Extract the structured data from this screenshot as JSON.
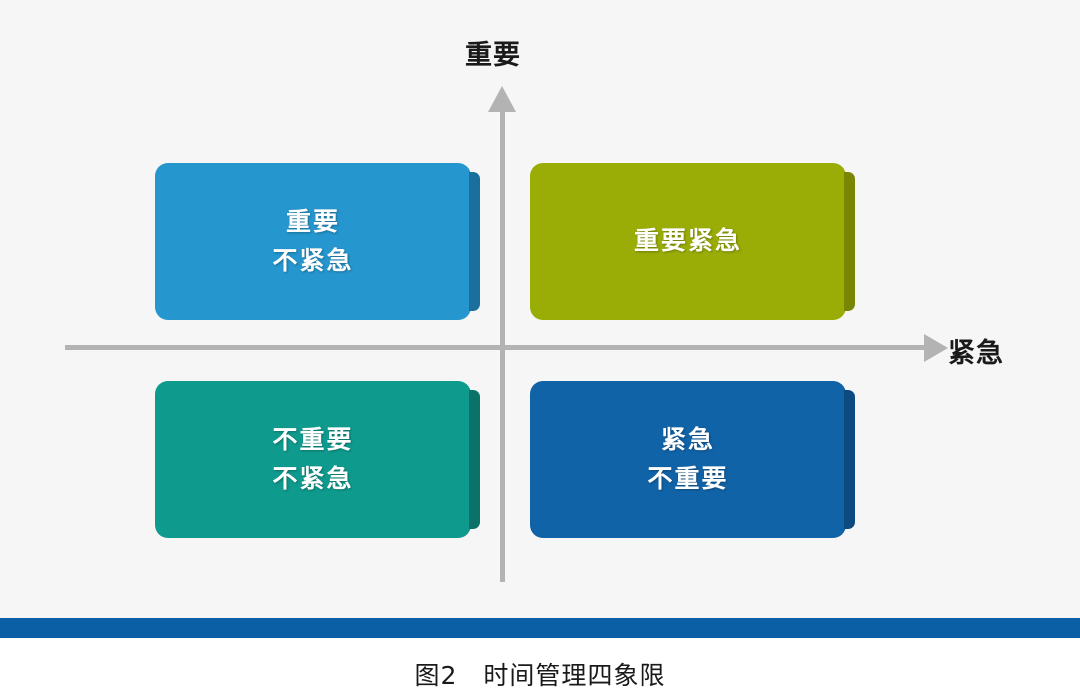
{
  "figure": {
    "background": "#f6f6f6",
    "caption": "图2　时间管理四象限",
    "rule_color": "#0a5fa5"
  },
  "axes": {
    "color": "#b3b3b3",
    "vertical_label": "重要",
    "horizontal_label": "紧急",
    "vertical_arrow_icon": "arrow-up-icon",
    "horizontal_arrow_icon": "arrow-right-icon"
  },
  "quadrants": [
    {
      "id": "important-not-urgent",
      "position": "top-left",
      "lines": [
        "重要",
        "不紧急"
      ],
      "color": "#2596ce",
      "edge_color": "#1a6f9c"
    },
    {
      "id": "important-urgent",
      "position": "top-right",
      "lines": [
        "重要紧急"
      ],
      "color": "#9aac06",
      "edge_color": "#788604"
    },
    {
      "id": "not-important-not-urgent",
      "position": "bottom-left",
      "lines": [
        "不重要",
        "不紧急"
      ],
      "color": "#0f9a8e",
      "edge_color": "#0a7268"
    },
    {
      "id": "urgent-not-important",
      "position": "bottom-right",
      "lines": [
        "紧急",
        "不重要"
      ],
      "color": "#1163a8",
      "edge_color": "#0c4a80"
    }
  ],
  "chart_data": {
    "type": "table",
    "title": "时间管理四象限",
    "xlabel": "紧急",
    "ylabel": "重要",
    "categories": [
      "重要\n不紧急",
      "重要紧急",
      "不重要\n不紧急",
      "紧急\n不重要"
    ],
    "quadrant_map": {
      "top_left": "重要 / 不紧急",
      "top_right": "重要紧急",
      "bottom_left": "不重要 / 不紧急",
      "bottom_right": "紧急 / 不重要"
    },
    "legend_position": "none",
    "grid": false
  }
}
